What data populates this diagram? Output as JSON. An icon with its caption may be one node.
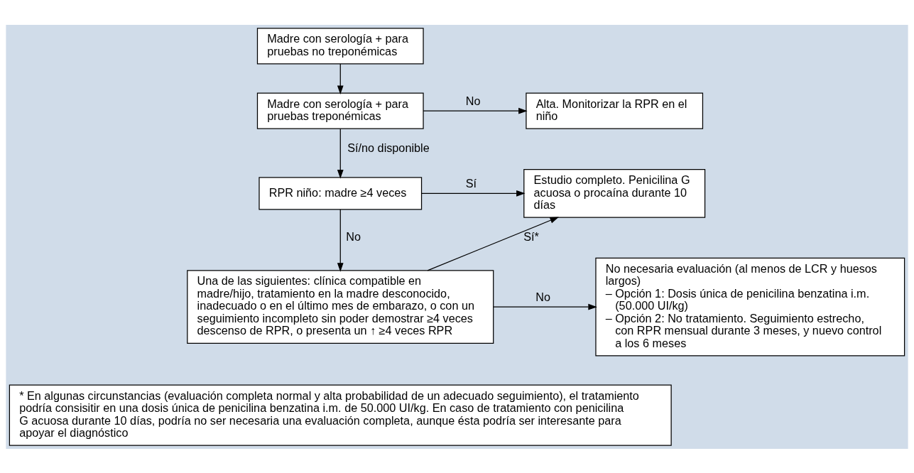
{
  "diagram": {
    "nodes": [
      {
        "text": [
          "Madre con serología + para pruebas no treponémicas"
        ]
      },
      {
        "text": [
          "Madre con serología + para pruebas treponémicas"
        ]
      },
      {
        "text": [
          "Alta. Monitorizar la RPR en el niño"
        ]
      },
      {
        "text": [
          "RPR niño: madre ≥4 veces"
        ]
      },
      {
        "text": [
          "Estudio completo. Penicilina G acuosa o procaína durante 10 días"
        ]
      },
      {
        "text": [
          "Una de las siguientes: clínica compatible en madre/hijo, tratamiento en la madre desconocido, inadecuado o en el último mes de embarazo, o con un seguimiento incompleto sin poder demostrar ≥4 veces descenso de RPR, o presenta un ↑ ≥4 veces RPR"
        ]
      },
      {
        "text": [
          "No necesaria evaluación (al menos de LCR y huesos largos)",
          "– Opción 1: Dosis única de penicilina benzatina i.m. (50.000 UI/kg)",
          "– Opción 2: No tratamiento. Seguimiento estrecho, con RPR mensual durante 3 meses, y nuevo control a los 6 meses"
        ]
      },
      {
        "text": [
          "* En algunas circunstancias (evaluación completa normal y alta probabilidad de un adecuado seguimiento), el tratamiento podría consisitir en una dosis única de penicilina benzatina i.m. de 50.000 UI/kg. En caso de tratamiento con penicilina G acuosa durante 10 días, podría no ser necesaria una evaluación completa, aunque ésta podría ser interesante para apoyar el diagnóstico"
        ]
      }
    ],
    "edges": [
      {
        "from": 0,
        "to": 1,
        "arrow": "to"
      },
      {
        "from": 1,
        "to": 2,
        "arrow": "to",
        "label": "No"
      },
      {
        "from": 1,
        "to": 3,
        "arrow": "to",
        "label": "Sí/no disponible"
      },
      {
        "from": 3,
        "to": 4,
        "arrow": "to",
        "label": "Sí"
      },
      {
        "from": 3,
        "to": 5,
        "arrow": "to",
        "label": "No"
      },
      {
        "from": 5,
        "to": 4,
        "arrow": "to",
        "label": "Sí*"
      },
      {
        "from": 5,
        "to": 6,
        "arrow": "to",
        "label": "No"
      }
    ]
  }
}
